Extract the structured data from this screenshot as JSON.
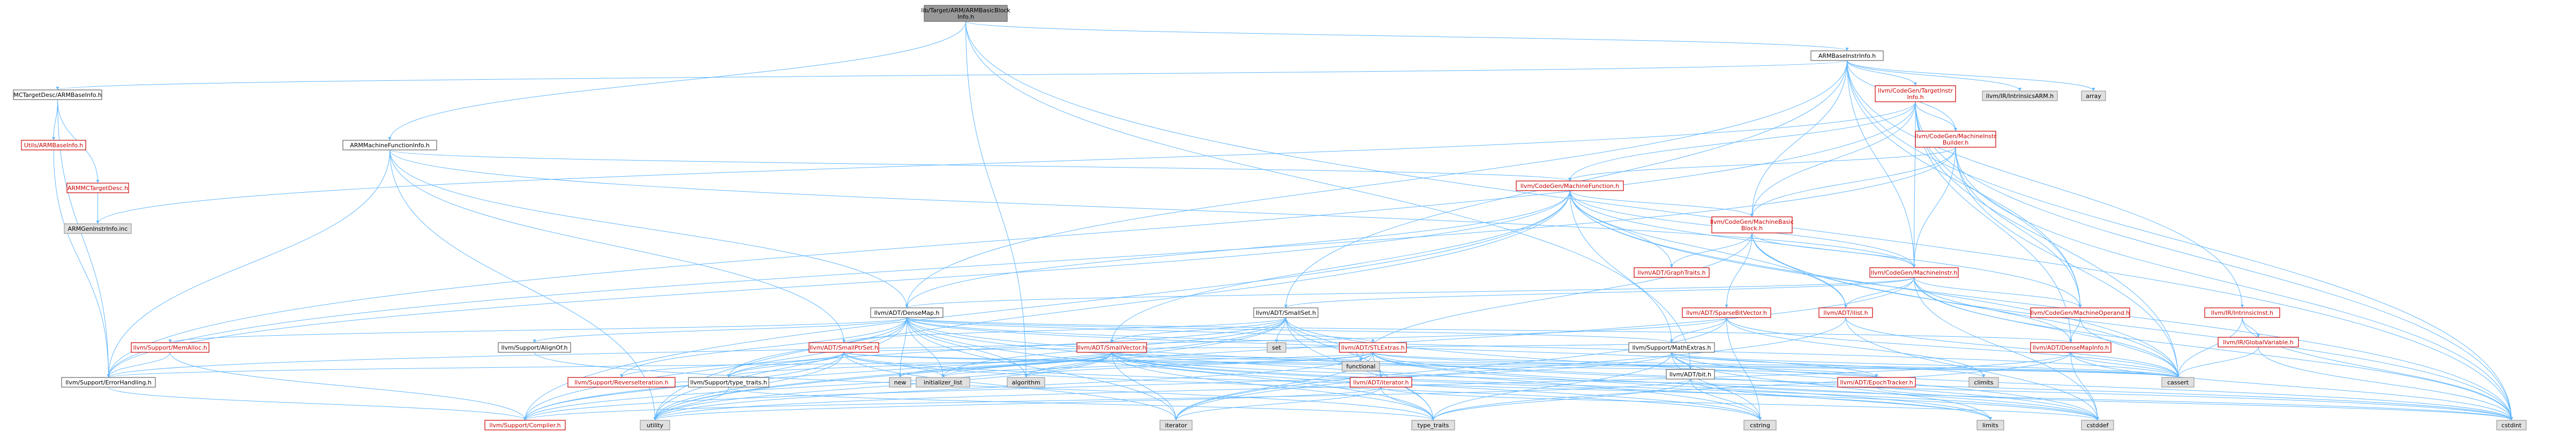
{
  "colors": {
    "root_fill": "#999999",
    "node_border": "#666666",
    "external_fill": "#e0e0e0",
    "truncated_border": "#cc0000",
    "edge": "#63b8ff"
  },
  "nodes": {
    "root": [
      "lib/Target/ARM/ARMBasicBlock",
      "Info.h"
    ],
    "armbaseinstrinfo": [
      "ARMBaseInstrInfo.h"
    ],
    "mctargetdesc_armbaseinfo": [
      "MCTargetDesc/ARMBaseInfo.h"
    ],
    "armmachinefunctioninfo": [
      "ARMMachineFunctionInfo.h"
    ],
    "utils_armbaseinfo": [
      "Utils/ARMBaseInfo.h"
    ],
    "armmctargetdesc": [
      "ARMMCTargetDesc.h"
    ],
    "armgeninstrinfo": [
      "ARMGenInstrInfo.inc"
    ],
    "codegen_targetinstrinfo": [
      "llvm/CodeGen/TargetInstr",
      "Info.h"
    ],
    "ir_intrinsicsarm": [
      "llvm/IR/IntrinsicsARM.h"
    ],
    "array": [
      "array"
    ],
    "codegen_machineinstrbuilder": [
      "llvm/CodeGen/MachineInstr",
      "Builder.h"
    ],
    "codegen_machinefunction": [
      "llvm/CodeGen/MachineFunction.h"
    ],
    "codegen_machinebasicblock": [
      "llvm/CodeGen/MachineBasic",
      "Block.h"
    ],
    "adt_graphtraits": [
      "llvm/ADT/GraphTraits.h"
    ],
    "codegen_machineinstr": [
      "llvm/CodeGen/MachineInstr.h"
    ],
    "adt_densemap": [
      "llvm/ADT/DenseMap.h"
    ],
    "adt_smallset": [
      "llvm/ADT/SmallSet.h"
    ],
    "adt_sparsebitvector": [
      "llvm/ADT/SparseBitVector.h"
    ],
    "adt_ilist": [
      "llvm/ADT/ilist.h"
    ],
    "codegen_machineoperand": [
      "llvm/CodeGen/MachineOperand.h"
    ],
    "ir_intrinsicinst": [
      "llvm/IR/IntrinsicInst.h"
    ],
    "ir_globalvariable": [
      "llvm/IR/GlobalVariable.h"
    ],
    "adt_densemapinfo": [
      "llvm/ADT/DenseMapInfo.h"
    ],
    "support_memalloc": [
      "llvm/Support/MemAlloc.h"
    ],
    "support_alignof": [
      "llvm/Support/AlignOf.h"
    ],
    "adt_smallptrset": [
      "llvm/ADT/SmallPtrSet.h"
    ],
    "adt_smallvector": [
      "llvm/ADT/SmallVector.h"
    ],
    "adt_stlextras": [
      "llvm/ADT/STLExtras.h"
    ],
    "support_mathextras": [
      "llvm/Support/MathExtras.h"
    ],
    "support_errorhandling": [
      "llvm/Support/ErrorHandling.h"
    ],
    "support_reverseiteration": [
      "llvm/Support/ReverseIteration.h"
    ],
    "support_type_traits": [
      "llvm/Support/type_traits.h"
    ],
    "adt_iterator": [
      "llvm/ADT/iterator.h"
    ],
    "adt_epochtracker": [
      "llvm/ADT/EpochTracker.h"
    ],
    "adt_bit": [
      "llvm/ADT/bit.h"
    ],
    "support_compiler": [
      "llvm/Support/Compiler.h"
    ],
    "set": [
      "set"
    ],
    "new": [
      "new"
    ],
    "initializer_list": [
      "initializer_list"
    ],
    "algorithm": [
      "algorithm"
    ],
    "functional": [
      "functional"
    ],
    "climits": [
      "climits"
    ],
    "cassert": [
      "cassert"
    ],
    "utility": [
      "utility"
    ],
    "iterator": [
      "iterator"
    ],
    "type_traits": [
      "type_traits"
    ],
    "cstring": [
      "cstring"
    ],
    "limits": [
      "limits"
    ],
    "cstddef": [
      "cstddef"
    ],
    "cstdint": [
      "cstdint"
    ]
  }
}
